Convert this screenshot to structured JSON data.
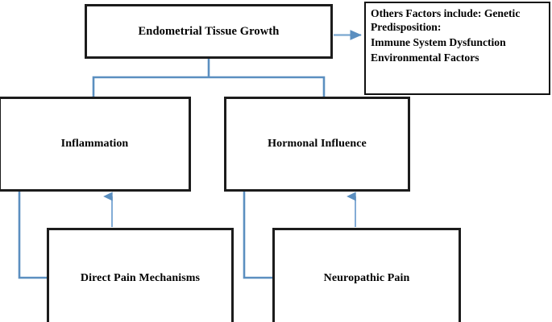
{
  "diagram": {
    "title": "Endometrial Tissue Growth pathway diagram",
    "background_color": "#ffffff",
    "box_border_color": "#1c1c1c",
    "connector_color": "#5b8fc0",
    "text_color": "#000000"
  },
  "nodes": {
    "root": {
      "label": "Endometrial Tissue Growth"
    },
    "inflammation": {
      "label": "Inflammation"
    },
    "hormonal": {
      "label": "Hormonal Influence"
    },
    "direct_pain": {
      "label": "Direct Pain Mechanisms"
    },
    "neuropathic": {
      "label": "Neuropathic Pain"
    }
  },
  "note": {
    "lines": [
      "Others Factors include: Genetic Predisposition:",
      "Immune System Dysfunction",
      "Environmental Factors"
    ]
  },
  "connectors": [
    {
      "name": "root-to-note",
      "from": "root",
      "to": "note",
      "arrow": true
    },
    {
      "name": "root-to-inflammation",
      "from": "root",
      "to": "inflammation",
      "arrow": false
    },
    {
      "name": "root-to-hormonal",
      "from": "root",
      "to": "hormonal",
      "arrow": false
    },
    {
      "name": "inflammation-to-direct-pain",
      "from": "inflammation",
      "to": "direct_pain",
      "arrow": false
    },
    {
      "name": "hormonal-to-neuropathic",
      "from": "hormonal",
      "to": "neuropathic",
      "arrow": false
    },
    {
      "name": "direct-pain-to-inflammation",
      "from": "direct_pain",
      "to": "inflammation",
      "arrow": true
    },
    {
      "name": "neuropathic-to-hormonal",
      "from": "neuropathic",
      "to": "hormonal",
      "arrow": true
    }
  ]
}
